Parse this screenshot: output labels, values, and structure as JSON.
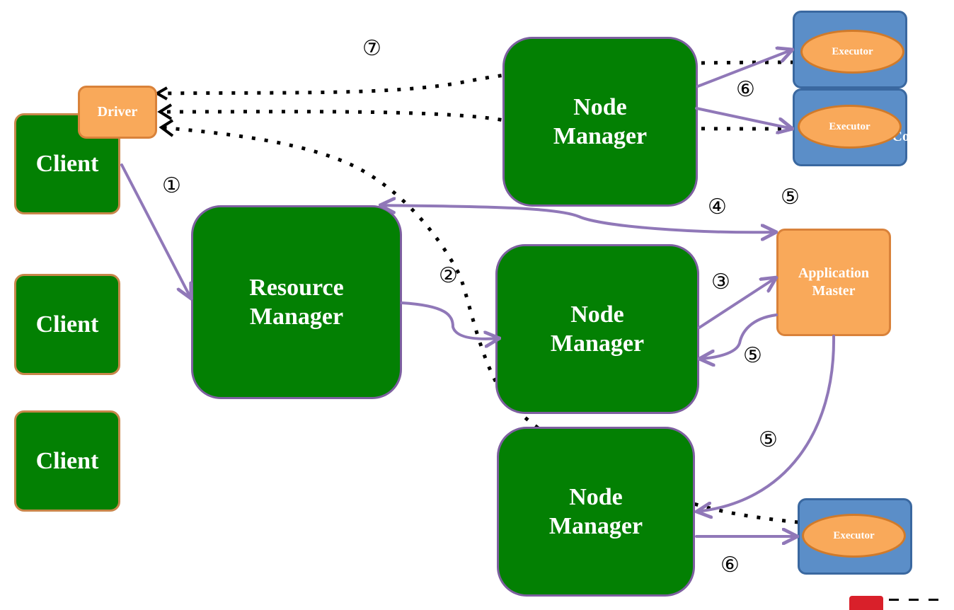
{
  "nodes": {
    "driver": "Driver",
    "client_1": "Client",
    "client_2": "Client",
    "client_3": "Client",
    "resource_manager": "Resource\nManager",
    "node_manager_top": "Node\nManager",
    "node_manager_middle": "Node\nManager",
    "node_manager_bottom": "Node\nManager",
    "application_master": "Application\nMaster",
    "executor_1": "Executor",
    "executor_2": "Executor",
    "executor_3": "Executor",
    "executor_2_clipped_text": "Co"
  },
  "step_labels": {
    "s1": "①",
    "s2": "②",
    "s3": "③",
    "s4": "④",
    "s5_top": "⑤",
    "s5_mid": "⑤",
    "s5_low": "⑤",
    "s6_top": "⑥",
    "s6_bottom": "⑥",
    "s7": "⑦"
  },
  "colors": {
    "node_green": "#038003",
    "arrow_purple": "#9078b8",
    "driver_orange": "#f9a95a",
    "executor_container_blue": "#5b8ec8"
  }
}
